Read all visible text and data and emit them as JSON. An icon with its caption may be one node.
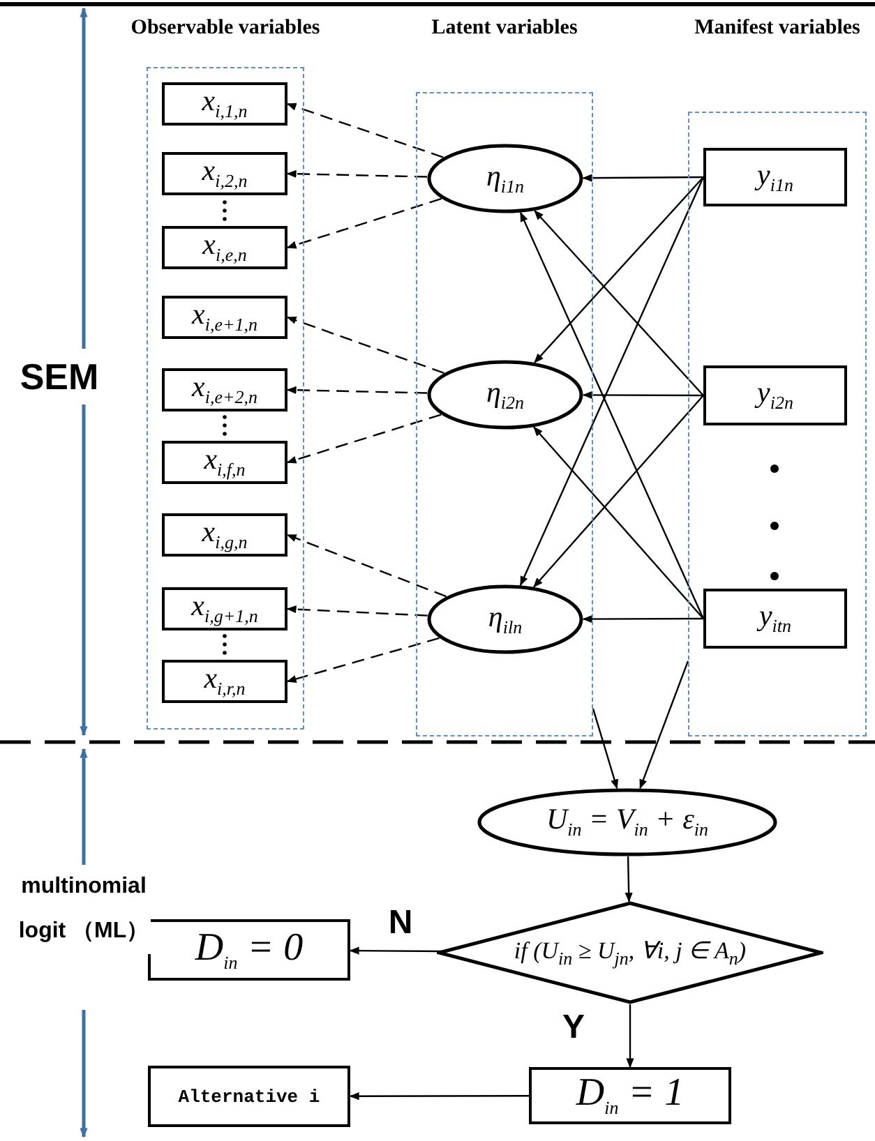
{
  "diagram": {
    "nodes": [
      {
        "text": [
          "Observable variables"
        ]
      },
      {
        "text": [
          "x$_{i,1,n}$"
        ],
        "in": 0
      },
      {
        "text": [
          "x$_{i,2,n}$"
        ],
        "in": 0
      },
      {
        "text": [
          "x$_{i,e,n}$"
        ],
        "in": 0
      },
      {
        "text": [
          "x$_{i,e+1,n}$"
        ],
        "in": 0
      },
      {
        "text": [
          "x$_{i,e+2,n}$"
        ],
        "in": 0
      },
      {
        "text": [
          "x$_{i,f,n}$"
        ],
        "in": 0
      },
      {
        "text": [
          "x$_{i,g,n}$"
        ],
        "in": 0
      },
      {
        "text": [
          "x$_{i,g+1,n}$"
        ],
        "in": 0
      },
      {
        "text": [
          "x$_{i,r,n}$"
        ],
        "in": 0
      },
      {
        "text": [
          "Latent variables"
        ]
      },
      {
        "text": [
          "η$_{i1n}$"
        ],
        "in": 10
      },
      {
        "text": [
          "η$_{i2n}$"
        ],
        "in": 10
      },
      {
        "text": [
          "η$_{iln}$"
        ],
        "in": 10
      },
      {
        "text": [
          "Manifest variables"
        ]
      },
      {
        "text": [
          "y$_{i1n}$"
        ],
        "in": 14
      },
      {
        "text": [
          "y$_{i2n}$"
        ],
        "in": 14
      },
      {
        "text": [
          "y$_{itn}$"
        ],
        "in": 14
      },
      {
        "text": [
          "U$_{in}$ = V$_{in}$ + ε$_{in}$"
        ]
      },
      {
        "text": [
          "if (U$_{in}$ ≥ U$_{jn}$, ∀i, j ∈ A$_{n}$)"
        ]
      },
      {
        "text": [
          "D$_{in}$ = 0"
        ]
      },
      {
        "text": [
          "D$_{in}$ = 1"
        ]
      },
      {
        "text": [
          "Alternative i"
        ]
      }
    ],
    "edges": [
      {
        "from": 11,
        "to": 1,
        "arrow": "to",
        "style": "dashed"
      },
      {
        "from": 11,
        "to": 2,
        "arrow": "to",
        "style": "dashed"
      },
      {
        "from": 11,
        "to": 3,
        "arrow": "to",
        "style": "dashed"
      },
      {
        "from": 12,
        "to": 4,
        "arrow": "to",
        "style": "dashed"
      },
      {
        "from": 12,
        "to": 5,
        "arrow": "to",
        "style": "dashed"
      },
      {
        "from": 12,
        "to": 6,
        "arrow": "to",
        "style": "dashed"
      },
      {
        "from": 13,
        "to": 7,
        "arrow": "to",
        "style": "dashed"
      },
      {
        "from": 13,
        "to": 8,
        "arrow": "to",
        "style": "dashed"
      },
      {
        "from": 13,
        "to": 9,
        "arrow": "to",
        "style": "dashed"
      },
      {
        "from": 15,
        "to": 11,
        "arrow": "to"
      },
      {
        "from": 15,
        "to": 12,
        "arrow": "to"
      },
      {
        "from": 15,
        "to": 13,
        "arrow": "to"
      },
      {
        "from": 16,
        "to": 11,
        "arrow": "to"
      },
      {
        "from": 16,
        "to": 12,
        "arrow": "to"
      },
      {
        "from": 16,
        "to": 13,
        "arrow": "to"
      },
      {
        "from": 17,
        "to": 11,
        "arrow": "to"
      },
      {
        "from": 17,
        "to": 12,
        "arrow": "to"
      },
      {
        "from": 17,
        "to": 13,
        "arrow": "to"
      },
      {
        "from": 10,
        "to": 18,
        "arrow": "to"
      },
      {
        "from": 14,
        "to": 18,
        "arrow": "to"
      },
      {
        "from": 18,
        "to": 19,
        "arrow": "to"
      },
      {
        "from": 19,
        "to": 20,
        "label": "N",
        "arrow": "to"
      },
      {
        "from": 19,
        "to": 21,
        "label": "Y",
        "arrow": "to"
      },
      {
        "from": 21,
        "to": 22,
        "arrow": "to"
      }
    ],
    "labels": [
      "SEM",
      "multinomial logit （ML）"
    ]
  }
}
